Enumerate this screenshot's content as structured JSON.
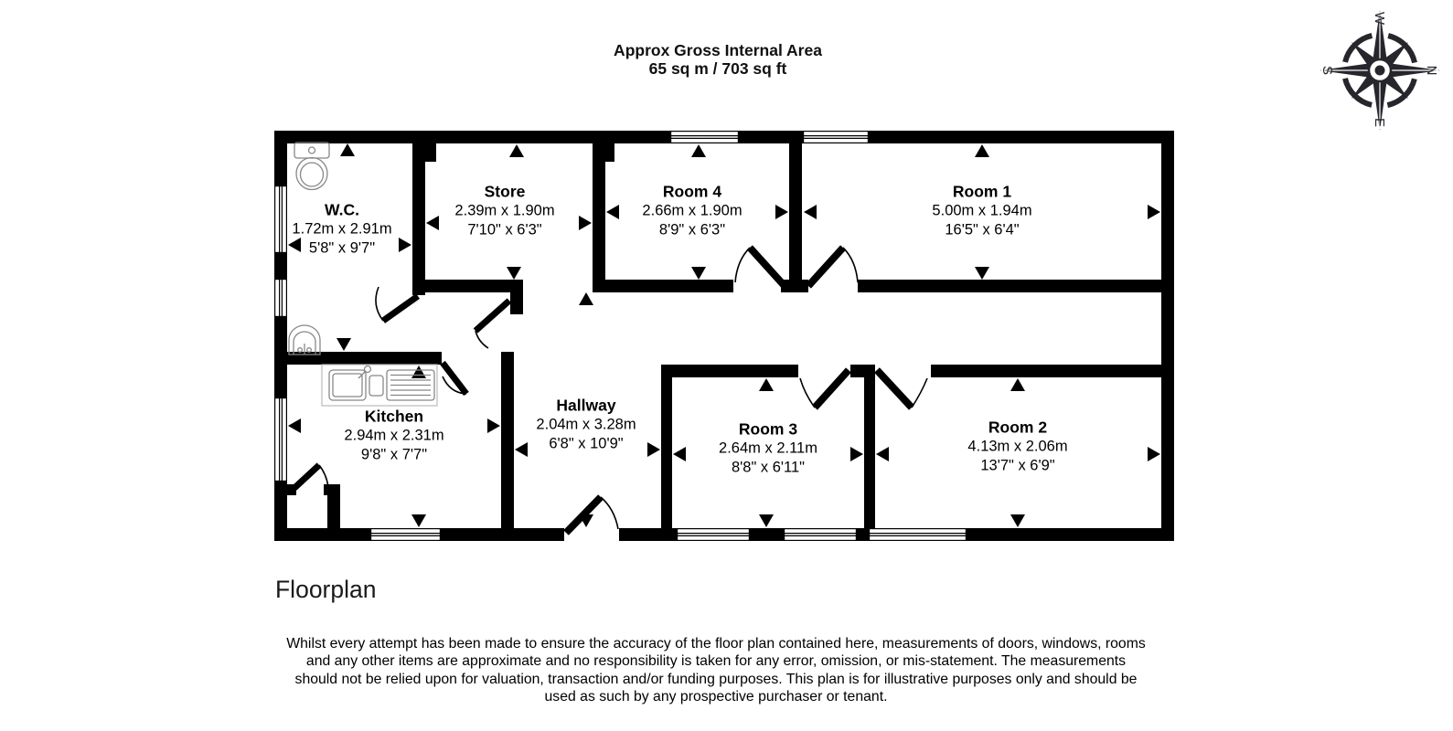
{
  "header": {
    "title_line1": "Approx Gross Internal Area",
    "title_line2": "65 sq m / 703 sq ft"
  },
  "compass": {
    "n": "N",
    "e": "E",
    "s": "S",
    "w": "W"
  },
  "rooms": [
    {
      "name": "W.C.",
      "metric": "1.72m x 2.91m",
      "imperial": "5'8\" x 9'7\""
    },
    {
      "name": "Store",
      "metric": "2.39m x 1.90m",
      "imperial": "7'10\" x 6'3\""
    },
    {
      "name": "Room 4",
      "metric": "2.66m x 1.90m",
      "imperial": "8'9\" x 6'3\""
    },
    {
      "name": "Room 1",
      "metric": "5.00m x 1.94m",
      "imperial": "16'5\" x 6'4\""
    },
    {
      "name": "Kitchen",
      "metric": "2.94m x 2.31m",
      "imperial": "9'8\" x 7'7\""
    },
    {
      "name": "Hallway",
      "metric": "2.04m x 3.28m",
      "imperial": "6'8\" x 10'9\""
    },
    {
      "name": "Room 3",
      "metric": "2.64m x 2.11m",
      "imperial": "8'8\" x 6'11\""
    },
    {
      "name": "Room 2",
      "metric": "4.13m x 2.06m",
      "imperial": "13'7\" x 6'9\""
    }
  ],
  "footer": {
    "heading": "Floorplan",
    "disclaimer": "Whilst every attempt has been made to ensure the accuracy of the floor plan contained here, measurements of doors, windows, rooms and any other items are approximate and no responsibility is taken for any error, omission, or mis-statement. The measurements should not be relied upon for valuation, transaction and/or funding purposes. This plan is for illustrative purposes only and should be used as such by any prospective purchaser or tenant."
  },
  "colors": {
    "wall": "#000000",
    "compass": "#26262c",
    "background": "#ffffff"
  }
}
